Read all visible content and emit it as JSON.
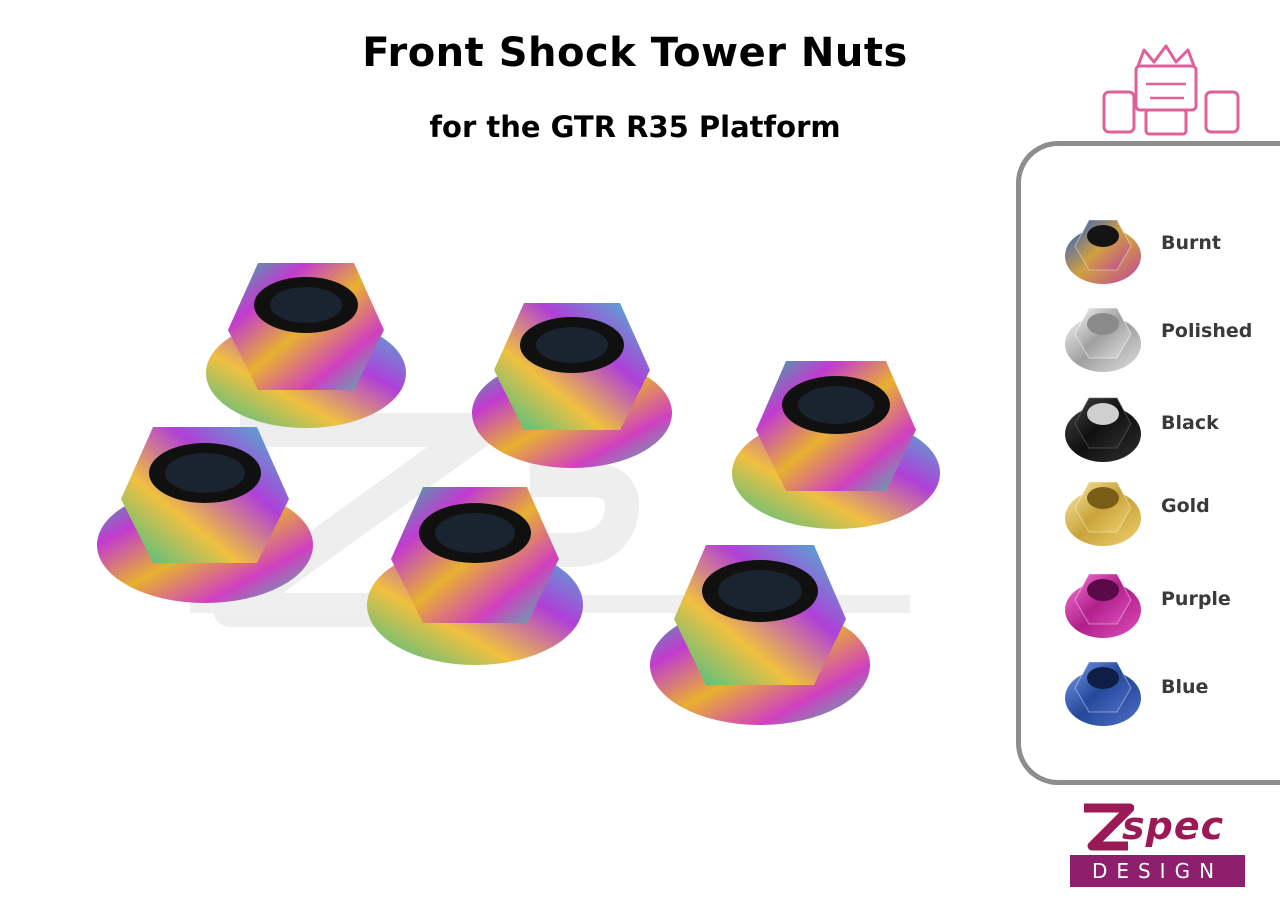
{
  "header": {
    "title": "Front Shock Tower Nuts",
    "subtitle": "for the GTR R35 Platform"
  },
  "finishes": [
    {
      "label": "Burnt",
      "icon": "burnt-nut-icon"
    },
    {
      "label": "Polished",
      "icon": "polished-nut-icon"
    },
    {
      "label": "Black",
      "icon": "black-nut-icon"
    },
    {
      "label": "Gold",
      "icon": "gold-nut-icon"
    },
    {
      "label": "Purple",
      "icon": "purple-nut-icon"
    },
    {
      "label": "Blue",
      "icon": "blue-nut-icon"
    }
  ],
  "brand": {
    "spec": "spec",
    "design": "DESIGN",
    "colors": {
      "primary": "#8d1f6d",
      "accent": "#9b1a55"
    }
  }
}
